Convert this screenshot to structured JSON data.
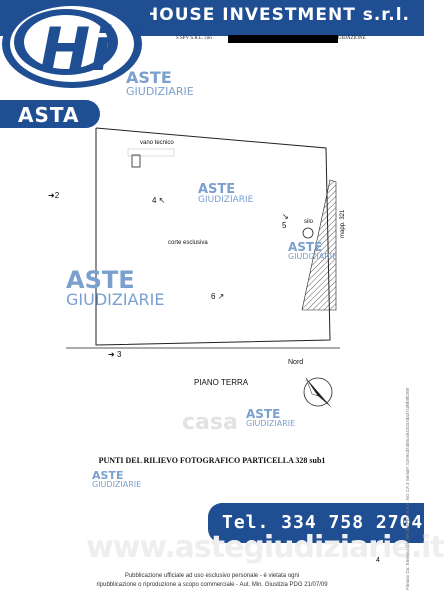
{
  "header": {
    "brand": "HOUSE INVESTMENT s.r.l.",
    "logo_text": "Hi",
    "doc_line_left": "S SPV S.R.L. con",
    "doc_line_right": "UIDAZIONE",
    "asta": "ASTA"
  },
  "plan": {
    "room_label_top": "vano tecnico",
    "court_label": "corte esclusiva",
    "silo_label": "silo",
    "neighbor_label": "mapp. 321",
    "floor_label": "PIANO TERRA",
    "north_label": "Nord",
    "points": [
      "2",
      "4",
      "5",
      "6",
      "3"
    ]
  },
  "watermarks": {
    "line1": "ASTE",
    "line2": "GIUDIZIARIE",
    "casa": "casa"
  },
  "caption": "PUNTI DEL RILIEVO FOTOGRAFICO PARTICELLA 328 sub1",
  "contact": {
    "tel": "Tel. 334 758 2704",
    "website": "www.astegiudiziarie.it"
  },
  "footer": {
    "line1": "Pubblicazione ufficiale ad uso esclusivo personale - è vietata ogni",
    "line2": "ripubblicazione o riproduzione a scopo commerciale - Aut. Min. Giustizia PDG 21/07/09",
    "page": "4",
    "side_sig": "Firmato Da: Emesso Da: ARUBAPEC S.P.A. NG CA 3 Serial#: 52e9cd7ab0c46432a7da37cd0b8b208",
    "firmato": "Firmato Da"
  },
  "colors": {
    "brand_blue": "#1f4e93",
    "watermark_blue": "#7aa0cf"
  }
}
